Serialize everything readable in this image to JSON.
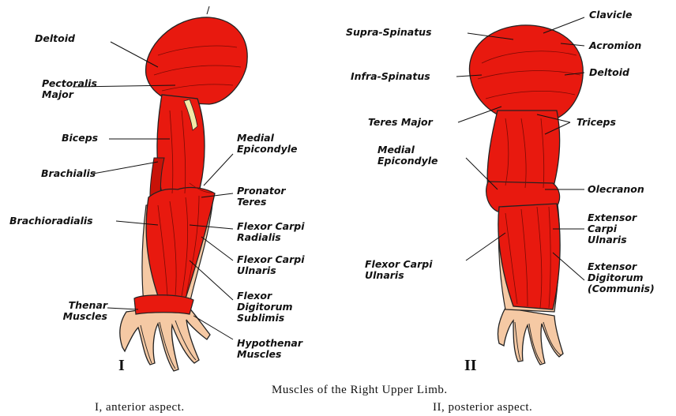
{
  "figure": {
    "anterior": {
      "roman": "I",
      "labels": {
        "deltoid": "Deltoid",
        "pectoralis": "Pectoralis\nMajor",
        "biceps": "Biceps",
        "brachialis": "Brachialis",
        "brachioradialis": "Brachioradialis",
        "thenar": "Thenar\nMuscles",
        "medial_epicondyle": "Medial\nEpicondyle",
        "pronator_teres": "Pronator\nTeres",
        "flexor_carpi_radialis": "Flexor Carpi\nRadialis",
        "flexor_carpi_ulnaris": "Flexor Carpi\nUlnaris",
        "flexor_digitorum": "Flexor\nDigitorum\nSublimis",
        "hypothenar": "Hypothenar\nMuscles"
      }
    },
    "posterior": {
      "roman": "II",
      "labels": {
        "supra_spinatus": "Supra-Spinatus",
        "infra_spinatus": "Infra-Spinatus",
        "teres_major": "Teres Major",
        "medial_epicondyle": "Medial\nEpicondyle",
        "flexor_carpi_ulnaris": "Flexor Carpi\nUlnaris",
        "clavicle": "Clavicle",
        "acromion": "Acromion",
        "deltoid": "Deltoid",
        "triceps": "Triceps",
        "olecranon": "Olecranon",
        "extensor_carpi_ulnaris": "Extensor\nCarpi\nUlnaris",
        "extensor_digitorum": "Extensor\nDigitorum\n(Communis)"
      }
    },
    "caption": {
      "title": "Muscles of the Right Upper Limb.",
      "left": "I, anterior aspect.",
      "right": "II, posterior aspect."
    },
    "colors": {
      "muscle": "#e8190f",
      "muscle_dark": "#b00d08",
      "skin": "#f5c9a4",
      "tendon": "#f3e9a8",
      "ink": "#111111"
    }
  }
}
